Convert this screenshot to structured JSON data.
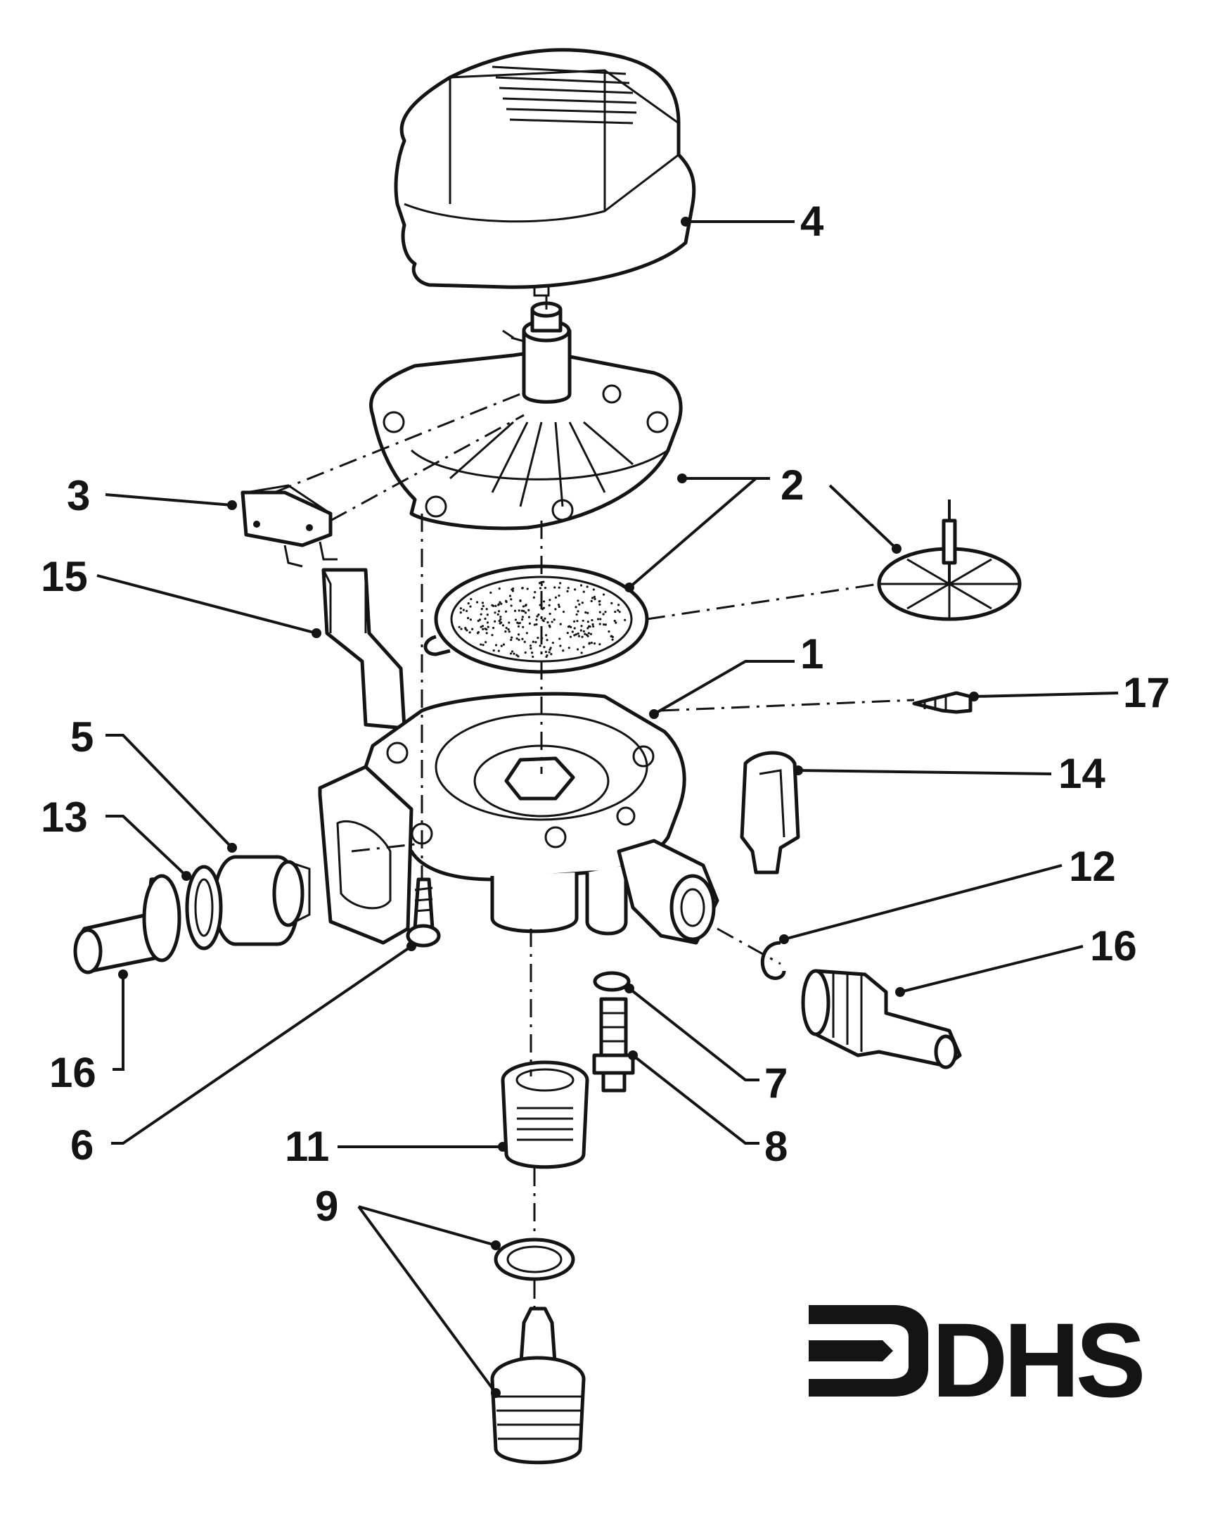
{
  "callouts": [
    {
      "id": "1",
      "text": "1"
    },
    {
      "id": "2",
      "text": "2"
    },
    {
      "id": "3",
      "text": "3"
    },
    {
      "id": "4",
      "text": "4"
    },
    {
      "id": "5",
      "text": "5"
    },
    {
      "id": "6",
      "text": "6"
    },
    {
      "id": "7",
      "text": "7"
    },
    {
      "id": "8",
      "text": "8"
    },
    {
      "id": "9",
      "text": "9"
    },
    {
      "id": "11",
      "text": "11"
    },
    {
      "id": "12",
      "text": "12"
    },
    {
      "id": "13",
      "text": "13"
    },
    {
      "id": "14",
      "text": "14"
    },
    {
      "id": "15",
      "text": "15"
    },
    {
      "id": "16a",
      "text": "16"
    },
    {
      "id": "16b",
      "text": "16"
    },
    {
      "id": "17",
      "text": "17"
    }
  ],
  "logo": {
    "text": "DHS"
  },
  "colors": {
    "ink": "#141414",
    "paper": "#ffffff"
  }
}
